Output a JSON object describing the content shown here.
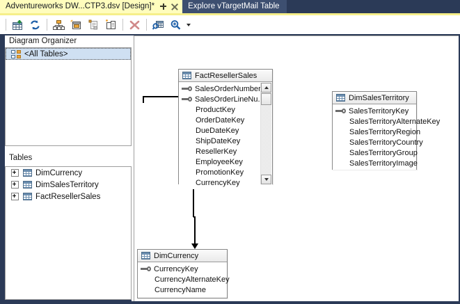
{
  "window": {
    "tabs": [
      {
        "title": "Adventureworks DW...CTP3.dsv [Design]*",
        "active": true,
        "pin_icon": "pin-icon",
        "close_icon": "close-icon"
      },
      {
        "title": "Explore vTargetMail Table",
        "active": false
      }
    ]
  },
  "toolbar": {
    "buttons": [
      {
        "name": "add-table-button",
        "icon": "add-table-icon",
        "tooltip": "Add/Remove Tables"
      },
      {
        "name": "refresh-button",
        "icon": "refresh-icon",
        "tooltip": "Refresh"
      },
      {
        "name": "auto-layout-button",
        "icon": "hierarchy-layout-icon",
        "tooltip": "Arrange Tables"
      },
      {
        "name": "show-related-button",
        "icon": "table-window-icon",
        "tooltip": "Show Related Tables"
      },
      {
        "name": "new-named-query-button",
        "icon": "named-query-icon",
        "tooltip": "New Named Query"
      },
      {
        "name": "new-named-calculation-button",
        "icon": "named-calculation-icon",
        "tooltip": "New Named Calculation"
      },
      {
        "name": "delete-button",
        "icon": "delete-x-icon",
        "tooltip": "Delete"
      },
      {
        "name": "explore-data-button",
        "icon": "explore-data-icon",
        "tooltip": "Explore Data"
      },
      {
        "name": "zoom-button",
        "icon": "magnifier-icon",
        "tooltip": "Zoom"
      },
      {
        "name": "zoom-dropdown-button",
        "icon": "chevron-down-icon",
        "tooltip": "Zoom options"
      }
    ]
  },
  "left_pane": {
    "diagram_organizer": {
      "title": "Diagram Organizer",
      "items": [
        {
          "label": "<All Tables>",
          "icon": "diagram-icon",
          "selected": true
        }
      ]
    },
    "tables": {
      "title": "Tables",
      "items": [
        {
          "label": "DimCurrency",
          "icon": "table-icon",
          "expander": "plus"
        },
        {
          "label": "DimSalesTerritory",
          "icon": "table-icon",
          "expander": "plus"
        },
        {
          "label": "FactResellerSales",
          "icon": "table-icon",
          "expander": "plus"
        }
      ]
    }
  },
  "diagram": {
    "entities": [
      {
        "name": "FactResellerSales",
        "title": "FactResellerSales",
        "icon": "table-icon",
        "has_scrollbar": true,
        "fields": [
          {
            "name": "SalesOrderNumber",
            "key": true
          },
          {
            "name": "SalesOrderLineNu...",
            "key": true
          },
          {
            "name": "ProductKey",
            "key": false
          },
          {
            "name": "OrderDateKey",
            "key": false
          },
          {
            "name": "DueDateKey",
            "key": false
          },
          {
            "name": "ShipDateKey",
            "key": false
          },
          {
            "name": "ResellerKey",
            "key": false
          },
          {
            "name": "EmployeeKey",
            "key": false
          },
          {
            "name": "PromotionKey",
            "key": false
          },
          {
            "name": "CurrencyKey",
            "key": false
          }
        ]
      },
      {
        "name": "DimSalesTerritory",
        "title": "DimSalesTerritory",
        "icon": "table-icon",
        "has_scrollbar": false,
        "fields": [
          {
            "name": "SalesTerritoryKey",
            "key": true
          },
          {
            "name": "SalesTerritoryAlternateKey",
            "key": false
          },
          {
            "name": "SalesTerritoryRegion",
            "key": false
          },
          {
            "name": "SalesTerritoryCountry",
            "key": false
          },
          {
            "name": "SalesTerritoryGroup",
            "key": false
          },
          {
            "name": "SalesTerritoryImage",
            "key": false
          }
        ]
      },
      {
        "name": "DimCurrency",
        "title": "DimCurrency",
        "icon": "table-icon",
        "has_scrollbar": false,
        "fields": [
          {
            "name": "CurrencyKey",
            "key": true
          },
          {
            "name": "CurrencyAlternateKey",
            "key": false
          },
          {
            "name": "CurrencyName",
            "key": false
          }
        ]
      }
    ],
    "relationships": [
      {
        "name": "fact-to-salesterritory",
        "from": "FactResellerSales",
        "to": "DimSalesTerritory"
      },
      {
        "name": "fact-to-currency",
        "from": "FactResellerSales",
        "to": "DimCurrency"
      }
    ]
  },
  "colors": {
    "tab_active_bg": "#fffdbd",
    "tab_inactive_bg": "#3d4f70",
    "chrome_bg": "#2b3a57",
    "accent_line": "#f6ef8a",
    "selection_bg": "#cfe0f2",
    "canvas_bg": "#ffffff"
  }
}
